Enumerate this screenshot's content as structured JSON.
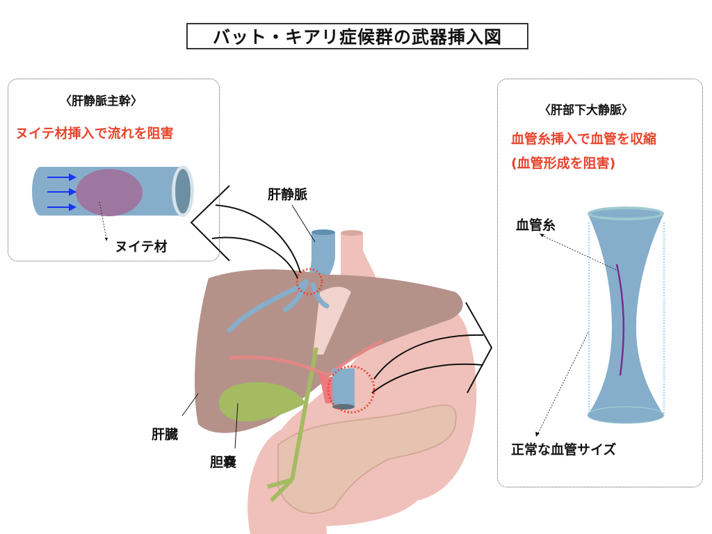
{
  "title": "バット・キアリ症候群の武器挿入図",
  "left_panel": {
    "heading": "〈肝静脈主幹〉",
    "description": "ヌイテ材挿入で流れを阻害",
    "callout": "ヌイテ材"
  },
  "right_panel": {
    "heading": "〈肝部下大静脈〉",
    "description_line1": "血管糸挿入で血管を収縮",
    "description_line2": "(血管形成を阻害)",
    "callout_thread": "血管糸",
    "callout_normal": "正常な血管サイズ"
  },
  "anatomy_labels": {
    "hepatic_vein": "肝静脈",
    "liver": "肝臓",
    "gallbladder": "胆嚢"
  },
  "colors": {
    "accent_red": "#e8432b",
    "vessel_blue": "#86aecb",
    "plug_purple": "#9d77a0",
    "liver_brown": "#b4928a",
    "stomach_pink": "#efc1ba",
    "gallbladder_green": "#a4bb62",
    "flow_arrow": "#1a35f0",
    "thread_purple": "#7a2a8c"
  }
}
